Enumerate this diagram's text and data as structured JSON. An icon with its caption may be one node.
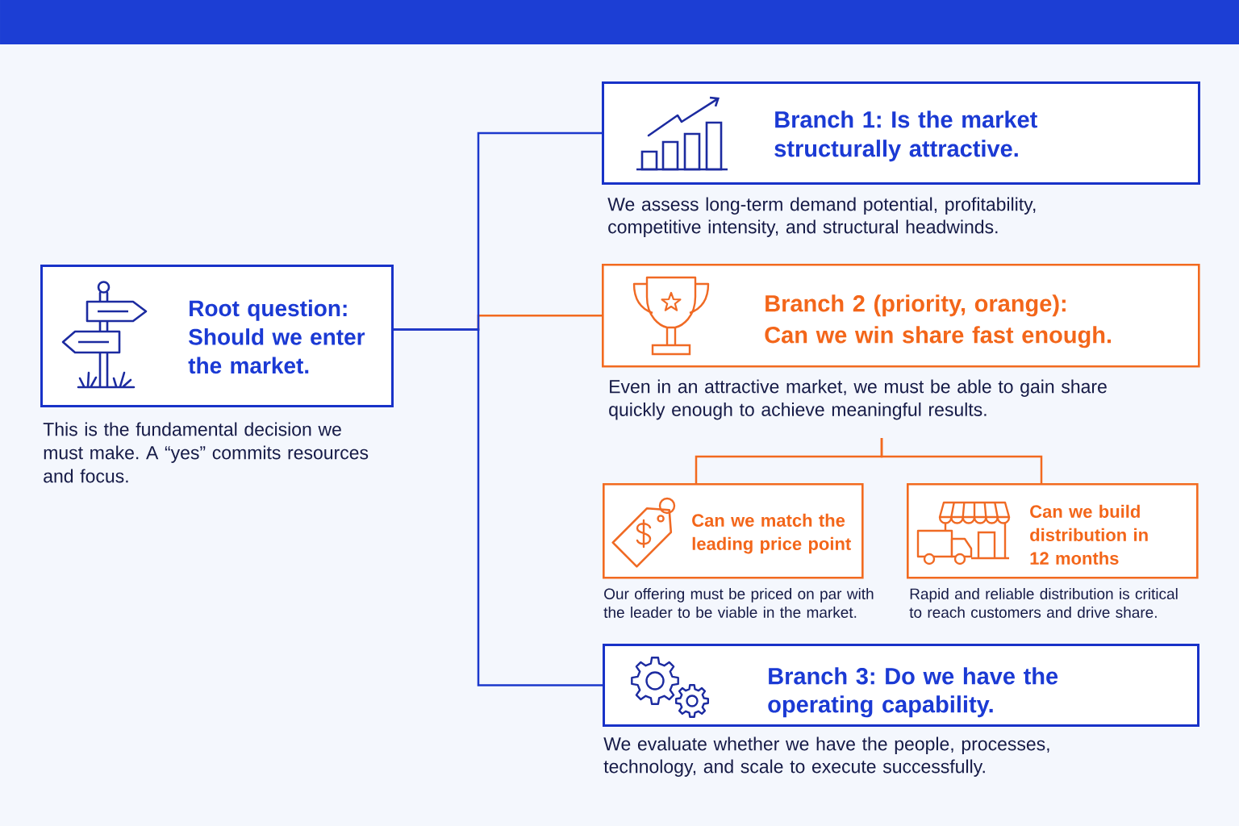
{
  "diagram": {
    "nodes": [
      {
        "text": [
          "Root question: Should we enter the market."
        ],
        "beside": [
          "This is the fundamental decision we must make. A “yes” commits resources and focus."
        ]
      },
      {
        "text": [
          "Branch 1: Is the market structurally attractive."
        ],
        "beside": [
          "We assess long-term demand potential, profitability, competitive intensity, and structural headwinds."
        ]
      },
      {
        "text": [
          "Branch 2 (priority, orange): Can we win share fast enough."
        ],
        "beside": [
          "Even in an attractive market, we must be able to gain share quickly enough to achieve meaningful results."
        ]
      },
      {
        "text": [
          "Can we match the leading price point"
        ],
        "beside": [
          "Our offering must be priced on par with the leader to be viable in the market."
        ]
      },
      {
        "text": [
          "Can we build distribution in 12 months"
        ],
        "beside": [
          "Rapid and reliable distribution is critical to reach customers and drive share."
        ]
      },
      {
        "text": [
          "Branch 3: Do we have the operating capability."
        ],
        "beside": [
          "We evaluate whether we have the people, processes, technology, and scale to execute successfully."
        ]
      }
    ],
    "edges": [
      {
        "from": 0,
        "to": 1,
        "arrow": "none",
        "color": "#1b38cc"
      },
      {
        "from": 0,
        "to": 2,
        "arrow": "none",
        "color": "#f26a1f"
      },
      {
        "from": 0,
        "to": 5,
        "arrow": "none",
        "color": "#1b38cc"
      },
      {
        "from": 2,
        "to": 3,
        "arrow": "none",
        "color": "#f26a1f"
      },
      {
        "from": 2,
        "to": 4,
        "arrow": "none",
        "color": "#f26a1f"
      }
    ]
  }
}
